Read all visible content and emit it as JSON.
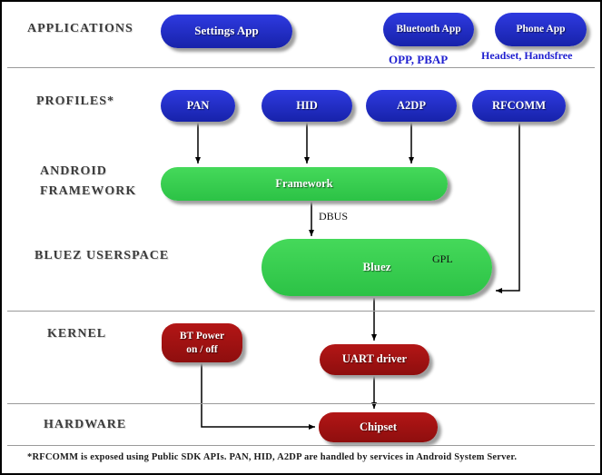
{
  "layers": {
    "applications": "APPLICATIONS",
    "profiles": "PROFILES*",
    "android_framework": "ANDROID FRAMEWORK",
    "bluez_userspace": "BLUEZ USERSPACE",
    "kernel": "KERNEL",
    "hardware": "HARDWARE"
  },
  "nodes": {
    "settings_app": "Settings App",
    "bluetooth_app": "Bluetooth App",
    "phone_app": "Phone App",
    "pan": "PAN",
    "hid": "HID",
    "a2dp": "A2DP",
    "rfcomm": "RFCOMM",
    "framework": "Framework",
    "bluez": "Bluez",
    "bt_power_line1": "BT Power",
    "bt_power_line2": "on / off",
    "uart_driver": "UART driver",
    "chipset": "Chipset"
  },
  "annotations": {
    "opp_pbap": "OPP, PBAP",
    "headset_handsfree": "Headset, Handsfree",
    "dbus": "DBUS",
    "gpl": "GPL"
  },
  "edges": [
    {
      "from": "PAN",
      "to": "Framework"
    },
    {
      "from": "HID",
      "to": "Framework"
    },
    {
      "from": "A2DP",
      "to": "Framework"
    },
    {
      "from": "Framework",
      "to": "Bluez",
      "label": "DBUS"
    },
    {
      "from": "RFCOMM",
      "to": "Bluez"
    },
    {
      "from": "Bluez",
      "to": "UART driver"
    },
    {
      "from": "UART driver",
      "to": "Chipset"
    },
    {
      "from": "BT Power on / off",
      "to": "Chipset"
    }
  ],
  "footer": "*RFCOMM is exposed using Public SDK APIs. PAN, HID, A2DP are handled by services in Android System Server.",
  "colors": {
    "node_blue": "#1f2ac8",
    "node_green": "#38cd50",
    "node_red": "#a31111",
    "annotation_blue": "#1f1fd0",
    "divider_gray": "#9a9a9a"
  }
}
